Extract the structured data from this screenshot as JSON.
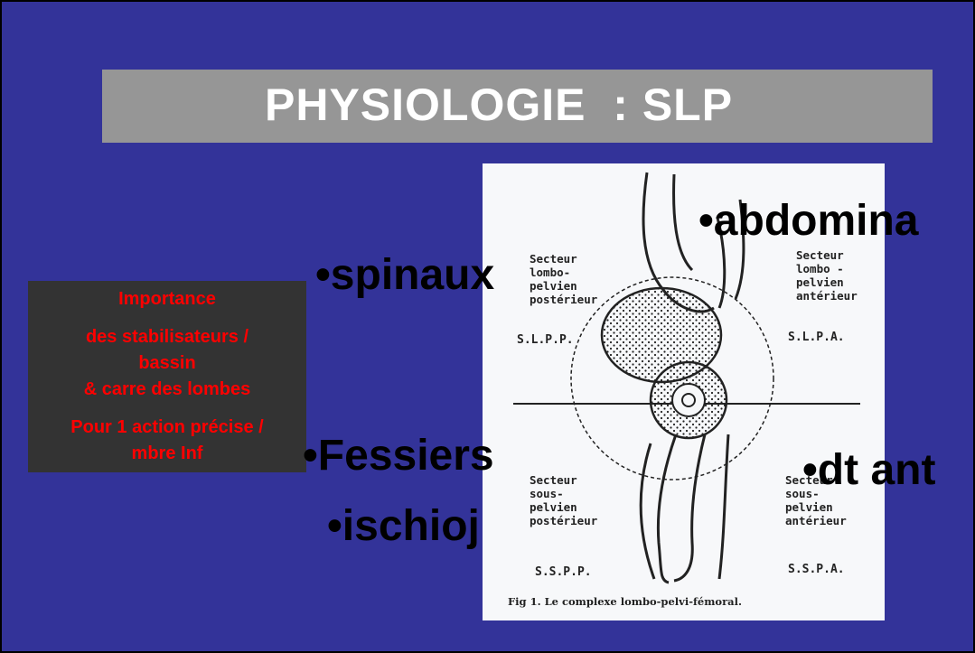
{
  "title": "PHYSIOLOGIE  : SLP",
  "note_box": {
    "lines": [
      "Importance",
      "des stabilisateurs /",
      "bassin",
      "& carre des lombes",
      "Pour  1 action précise /",
      "mbre Inf"
    ]
  },
  "bullets": {
    "spinaux": "•spinaux",
    "abdominaux": "•abdomina",
    "fessiers": "•Fessiers",
    "ischioj": "•ischioj",
    "dt_ant": "•dt ant"
  },
  "figure": {
    "labels": {
      "slp_post": "Secteur\nlombo-\npelvien\npostérieur",
      "slp_ant": "Secteur\nlombo -\npelvien\nantérieur",
      "ssp_post": "Secteur\nsous-\npelvien\npostérieur",
      "ssp_ant": "Secteur\nsous-\npelvien\nantérieur"
    },
    "codes": {
      "slpp": "S.L.P.P.",
      "slpa": "S.L.P.A.",
      "sspp": "S.S.P.P.",
      "sspa": "S.S.P.A."
    },
    "caption": "Fig 1. Le complexe lombo-pelvi-fémoral."
  },
  "colors": {
    "background": "#333399",
    "title_bar": "#969696",
    "note_box": "#333333",
    "note_text": "#ff0000"
  }
}
